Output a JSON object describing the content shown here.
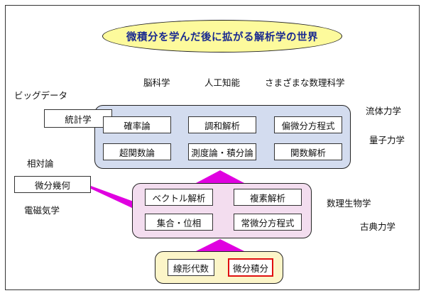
{
  "title": "微積分を学んだ後に拡がる解析学の世界",
  "outer_topics": {
    "brain_science": "脳科学",
    "ai": "人工知能",
    "math_sciences": "さまざまな数理科学",
    "big_data": "ビッグデータ",
    "fluid_mechanics": "流体力学",
    "quantum_mechanics": "量子力学",
    "relativity": "相対論",
    "electromagnetism": "電磁気学",
    "math_biology": "数理生物学",
    "classical_mechanics": "古典力学"
  },
  "side_boxes": {
    "statistics": "統計学",
    "differential_geometry": "微分幾何"
  },
  "advanced": {
    "probability": "確率論",
    "harmonic_analysis": "調和解析",
    "pde": "偏微分方程式",
    "hyperfunctions": "超関数論",
    "measure_integration": "測度論・積分論",
    "functional_analysis": "関数解析"
  },
  "intermediate": {
    "vector_analysis": "ベクトル解析",
    "complex_analysis": "複素解析",
    "sets_topology": "集合・位相",
    "ode": "常微分方程式"
  },
  "foundation": {
    "linear_algebra": "線形代数",
    "calculus": "微分積分"
  },
  "colors": {
    "title_fill": "#fdfa9c",
    "title_text": "#1a2a90",
    "top_panel": "#d3dcef",
    "middle_panel": "#f3ddef",
    "bottom_panel": "#fcf5c8",
    "arrow": "#e000e0",
    "highlight_border": "#e01010"
  }
}
